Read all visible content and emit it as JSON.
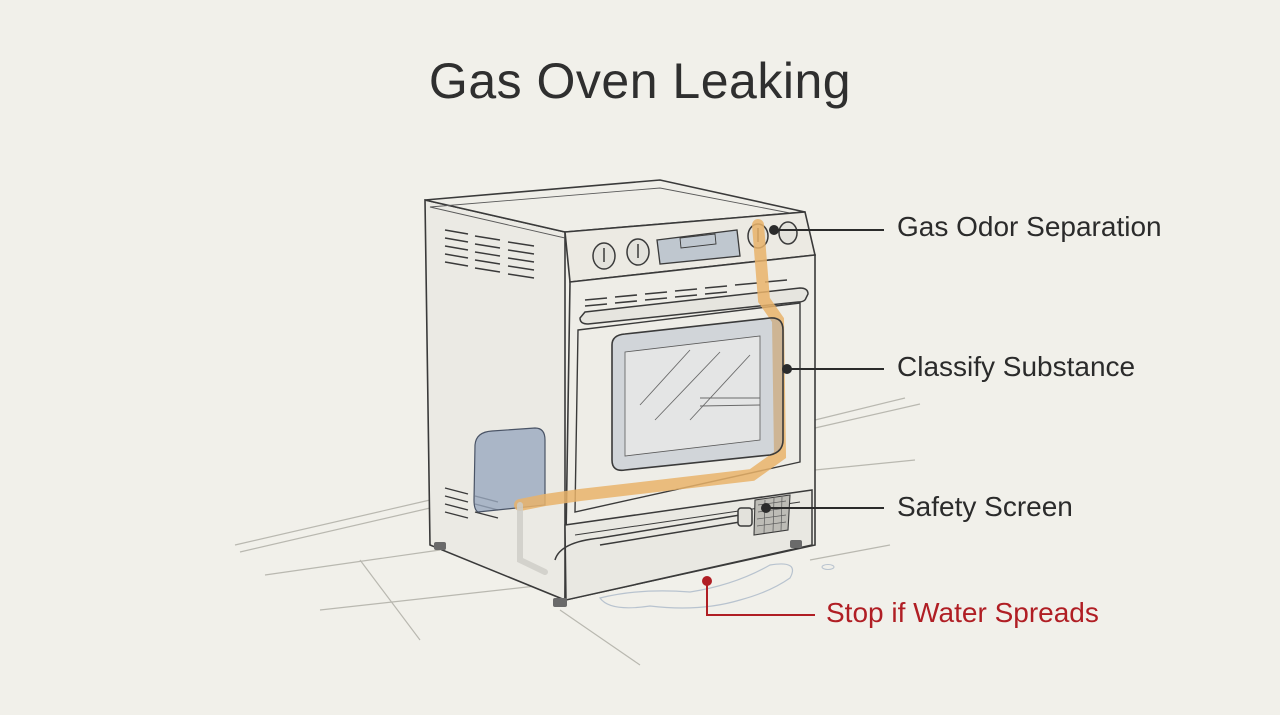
{
  "title": "Gas Oven Leaking",
  "callouts": {
    "gas_odor": "Gas Odor Separation",
    "classify": "Classify Substance",
    "safety_screen": "Safety Screen",
    "stop": "Stop if Water Spreads"
  },
  "colors": {
    "background": "#f1f0ea",
    "ink": "#3a3a3a",
    "highlight_orange": "#e9b36a",
    "highlight_blue": "#9aa9bf",
    "warning_red": "#b01e24"
  }
}
